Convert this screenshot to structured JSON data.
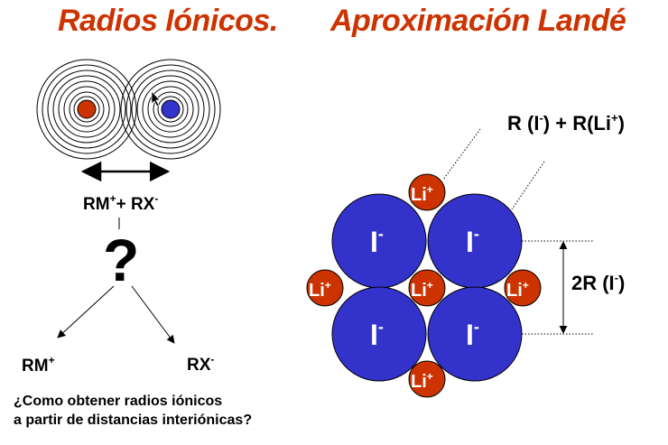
{
  "titles": {
    "left": "Radios Iónicos.",
    "right": "Aproximación Landé"
  },
  "left_panel": {
    "sum_label": {
      "a": "RM",
      "a_sup": "+",
      "plus": "+ RX",
      "b_sup": "-"
    },
    "question_mark": "?",
    "rm_label": {
      "base": "RM",
      "sup": "+"
    },
    "rx_label": {
      "base": "RX",
      "sup": "-"
    },
    "question_line1": "¿Como obtener radios iónicos",
    "question_line2": "a partir de distancias interiónicas?"
  },
  "right_panel": {
    "sum_label": {
      "p1": "R (I",
      "s1": "-",
      "p2": ") + R(Li",
      "s2": "+",
      "p3": ")"
    },
    "distance_label": {
      "p1": "2R (I",
      "s1": "-",
      "p2": ")"
    },
    "anion_label": {
      "base": "I",
      "sup": "-"
    },
    "cation_label": {
      "base": "Li",
      "sup": "+"
    }
  },
  "colors": {
    "title": "#cc3300",
    "cation": "#cc3300",
    "anion": "#3333cc",
    "ion_text": "#ffffff",
    "text": "#000000"
  }
}
